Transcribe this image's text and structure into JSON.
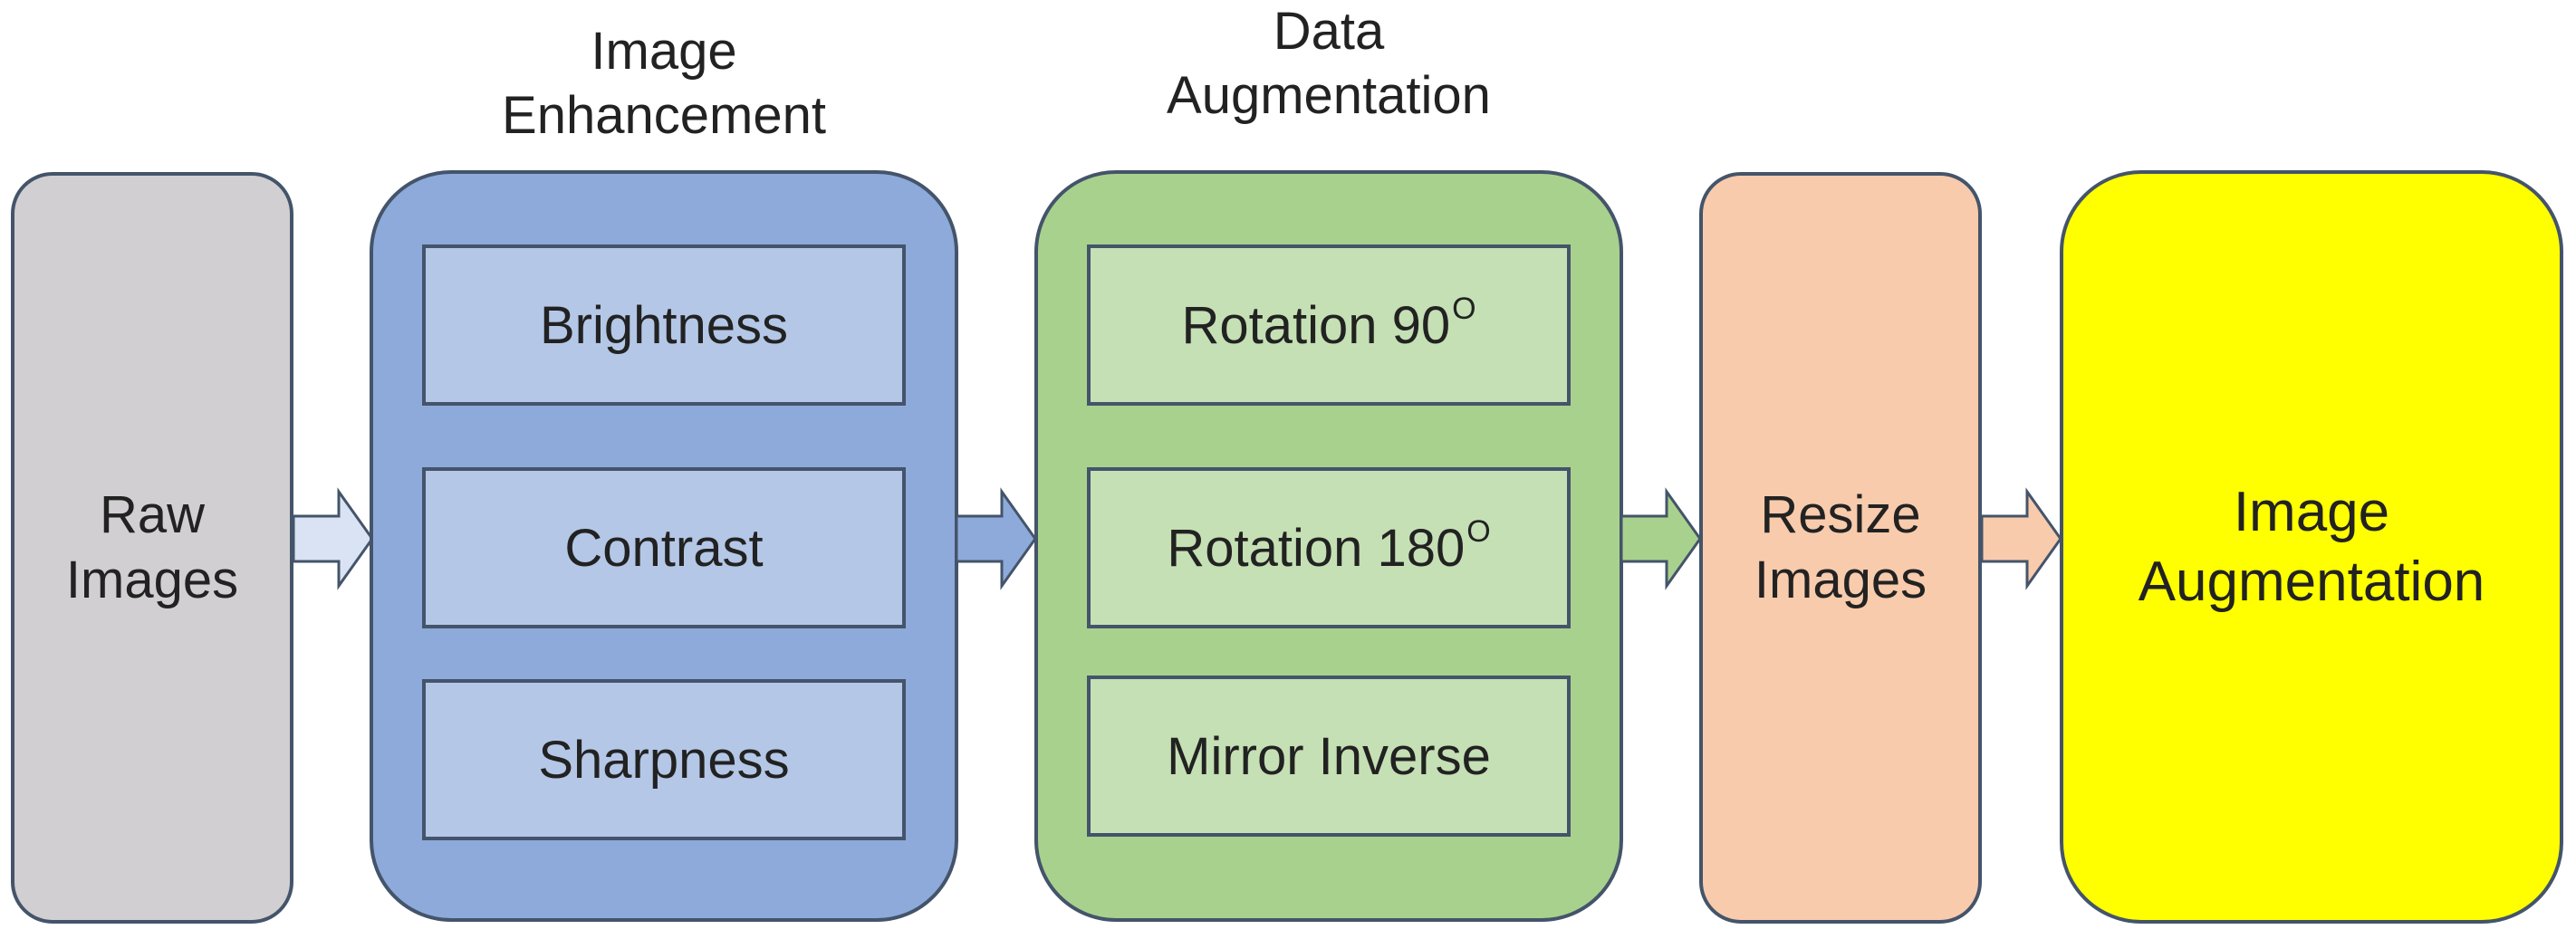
{
  "colors": {
    "raw": "#d1cfd1",
    "enhancement_outer": "#8eaadb",
    "enhancement_inner": "#b4c7e7",
    "augmentation_outer": "#a9d18e",
    "augmentation_inner": "#c5e0b4",
    "resize": "#f8cbad",
    "final": "#ffff00",
    "arrow_raw": "#dae3f3",
    "arrow_enh": "#8eaadb",
    "arrow_aug": "#a9d18e",
    "arrow_resize": "#f8cbad",
    "border": "#44546a"
  },
  "raw_images": {
    "line1": "Raw",
    "line2": "Images"
  },
  "image_enhancement": {
    "heading_line1": "Image",
    "heading_line2": "Enhancement",
    "items": [
      "Brightness",
      "Contrast",
      "Sharpness"
    ]
  },
  "data_augmentation": {
    "heading_line1": "Data",
    "heading_line2": "Augmentation",
    "items": [
      {
        "text": "Rotation 90",
        "sup": "O"
      },
      {
        "text": "Rotation 180",
        "sup": "O"
      },
      {
        "text": "Mirror Inverse",
        "sup": ""
      }
    ]
  },
  "resize_images": {
    "line1": "Resize",
    "line2": "Images"
  },
  "final_output": {
    "line1": "Image",
    "line2": "Augmentation"
  }
}
